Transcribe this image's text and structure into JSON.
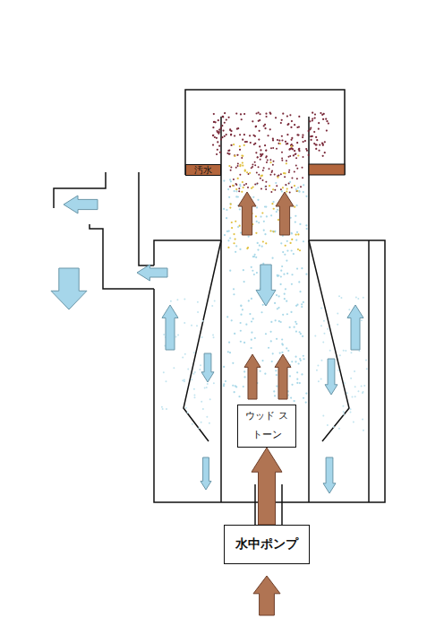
{
  "diagram": {
    "nodes": [
      {
        "text": [
          "汚水"
        ]
      },
      {
        "text": [
          "ウッド ストーン"
        ]
      },
      {
        "text": [
          "水中ポンプ"
        ]
      }
    ],
    "edges": [
      {
        "from": 2,
        "to": 1,
        "arrow": "to"
      }
    ]
  }
}
